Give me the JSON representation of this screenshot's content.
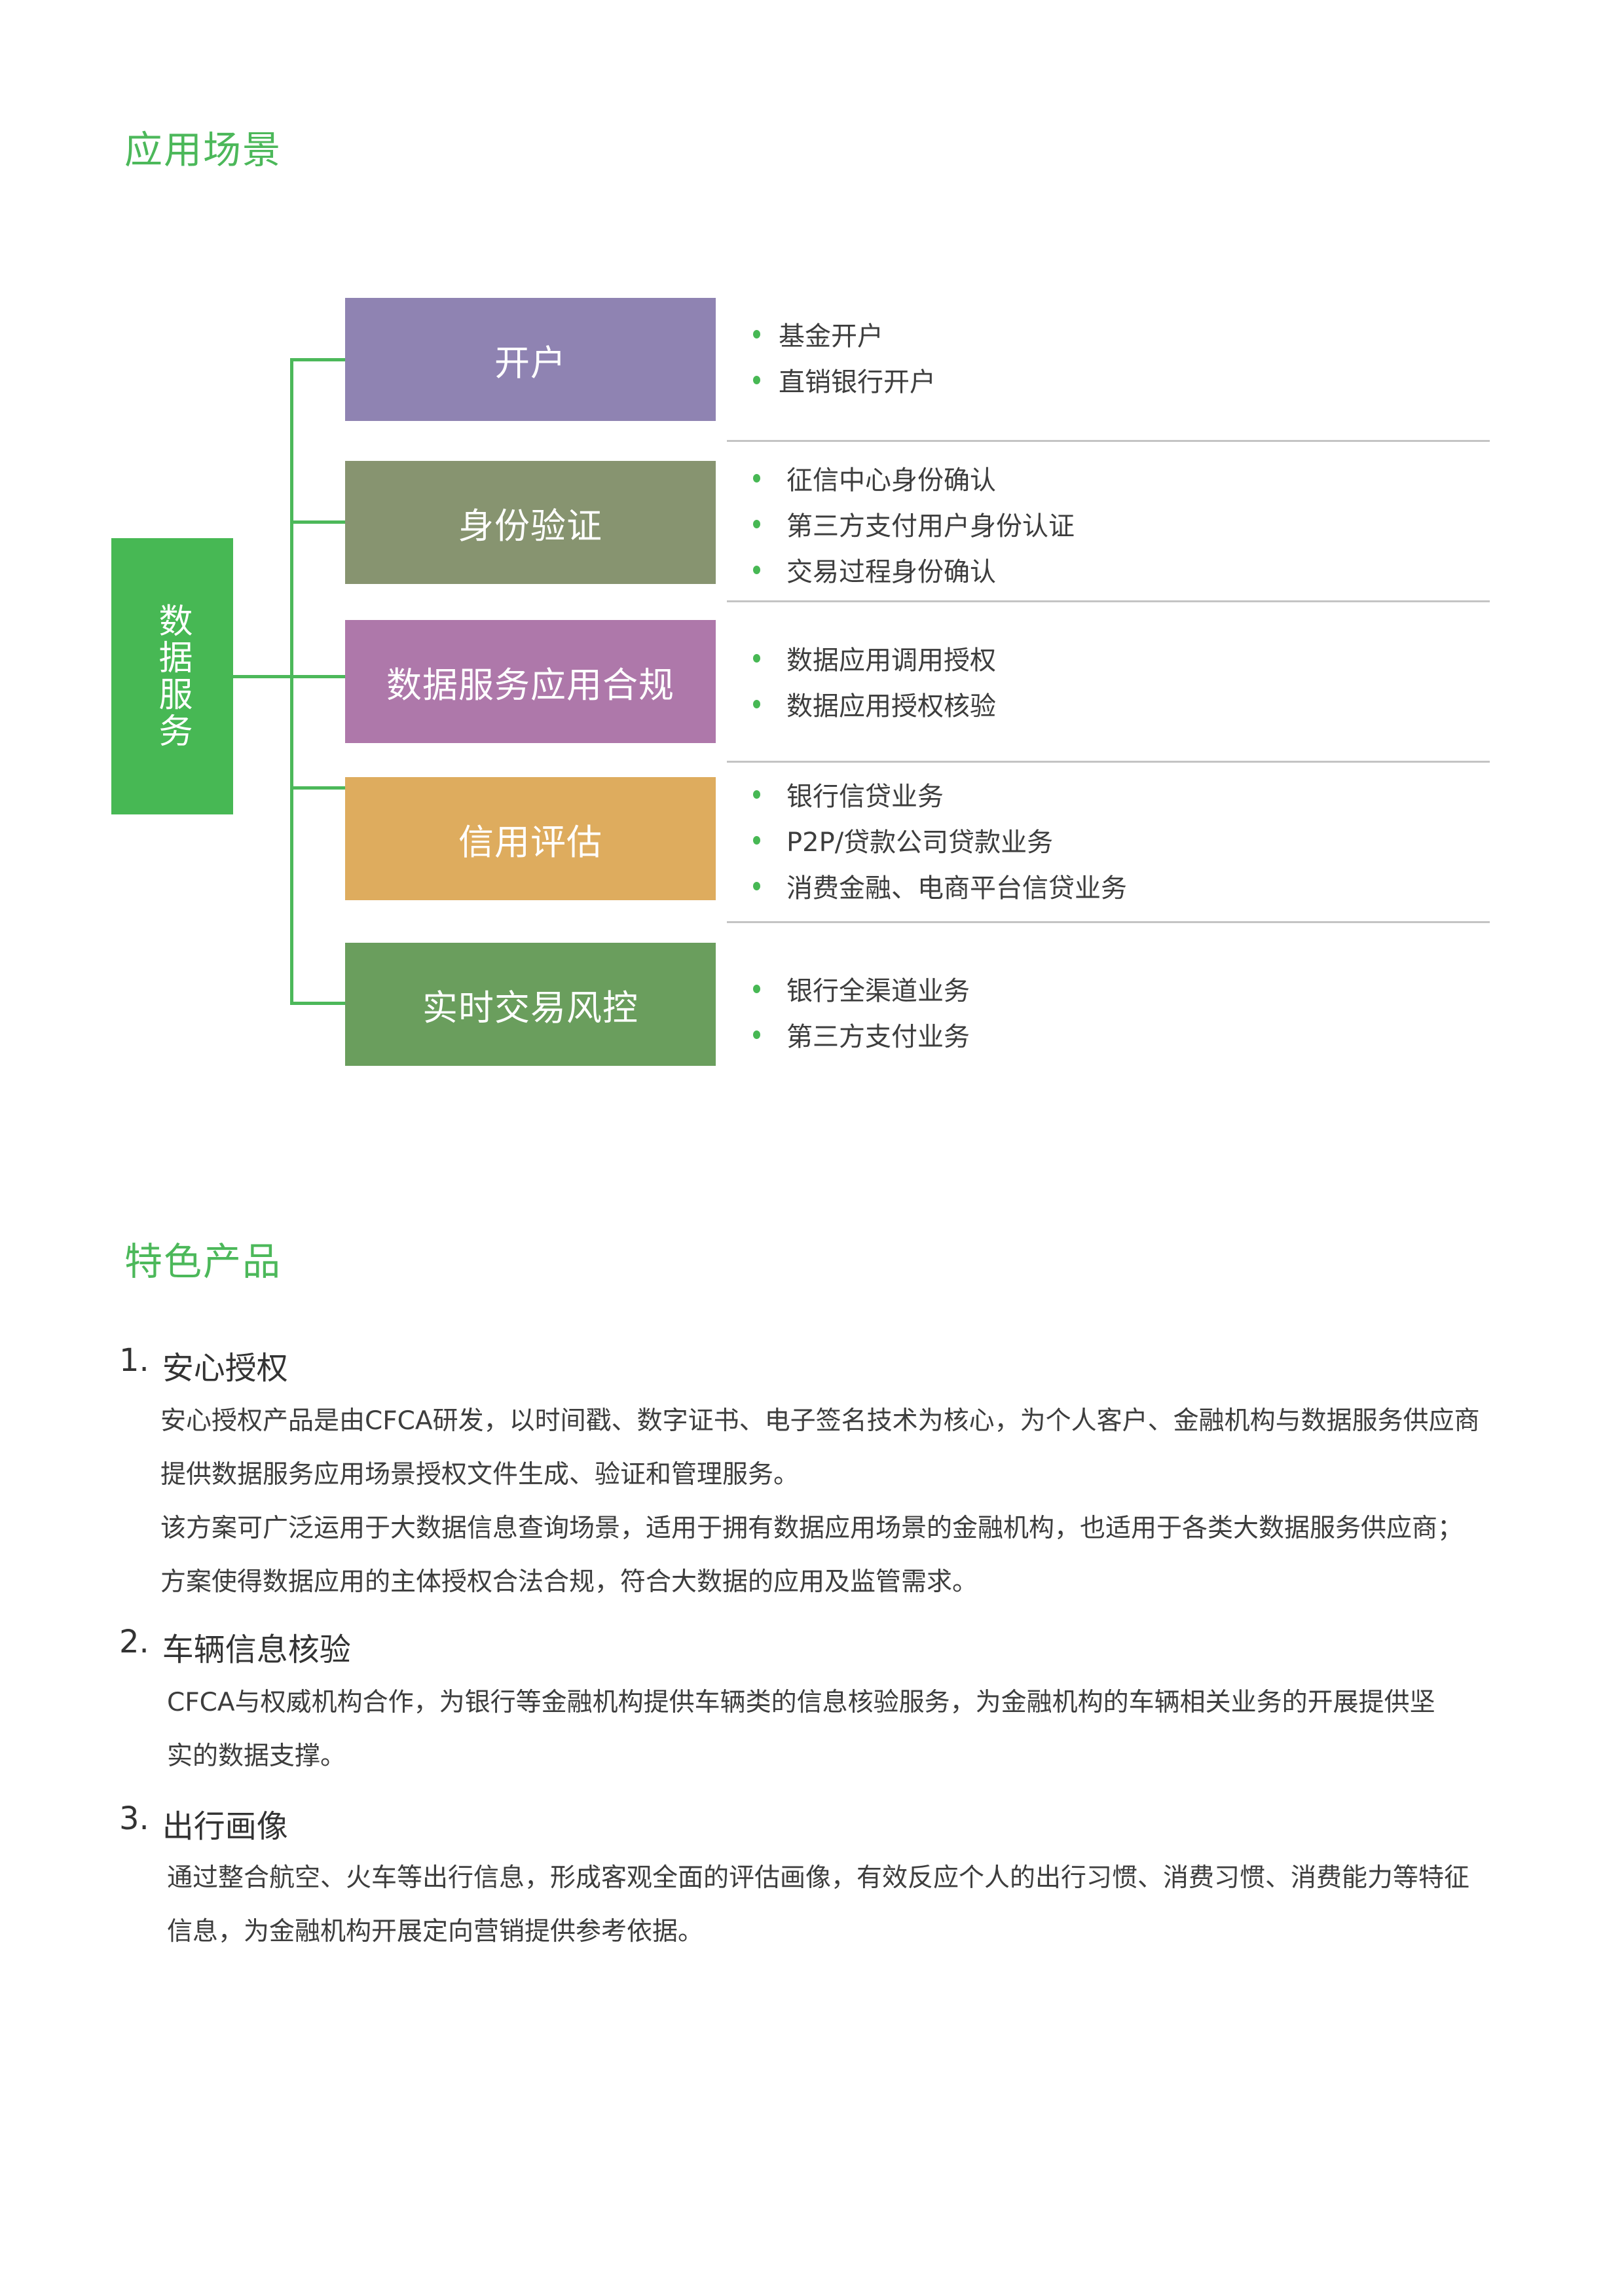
{
  "sections": {
    "scenarios_title": "应用场景",
    "products_title": "特色产品"
  },
  "diagram": {
    "root": {
      "label": "数据服务",
      "color": "#47b854"
    },
    "connector_color": "#4cb85a",
    "categories": [
      {
        "label": "开户",
        "color": "#8f83b2",
        "items": [
          "基金开户",
          "直销银行开户"
        ]
      },
      {
        "label": "身份验证",
        "color": "#879470",
        "items": [
          "征信中心身份确认",
          "第三方支付用户身份认证",
          "交易过程身份确认"
        ]
      },
      {
        "label": "数据服务应用合规",
        "color": "#ae78aa",
        "items": [
          "数据应用调用授权",
          "数据应用授权核验"
        ]
      },
      {
        "label": "信用评估",
        "color": "#deac5e",
        "items": [
          "银行信贷业务",
          "P2P/贷款公司贷款业务",
          "消费金融、电商平台信贷业务"
        ]
      },
      {
        "label": "实时交易风控",
        "color": "#6a9e5d",
        "items": [
          "银行全渠道业务",
          "第三方支付业务"
        ]
      }
    ]
  },
  "products": [
    {
      "number": "1.",
      "title": "安心授权",
      "paragraphs": [
        "安心授权产品是由CFCA研发，以时间戳、数字证书、电子签名技术为核心，为个人客户、金融机构与数据服务供应商",
        "提供数据服务应用场景授权文件生成、验证和管理服务。",
        "该方案可广泛运用于大数据信息查询场景，适用于拥有数据应用场景的金融机构，也适用于各类大数据服务供应商；",
        "方案使得数据应用的主体授权合法合规，符合大数据的应用及监管需求。"
      ]
    },
    {
      "number": "2.",
      "title": "车辆信息核验",
      "paragraphs": [
        "CFCA与权威机构合作，为银行等金融机构提供车辆类的信息核验服务，为金融机构的车辆相关业务的开展提供坚",
        "实的数据支撑。"
      ]
    },
    {
      "number": "3.",
      "title": "出行画像",
      "paragraphs": [
        "通过整合航空、火车等出行信息，形成客观全面的评估画像，有效反应个人的出行习惯、消费习惯、消费能力等特征",
        "信息，为金融机构开展定向营销提供参考依据。"
      ]
    }
  ]
}
